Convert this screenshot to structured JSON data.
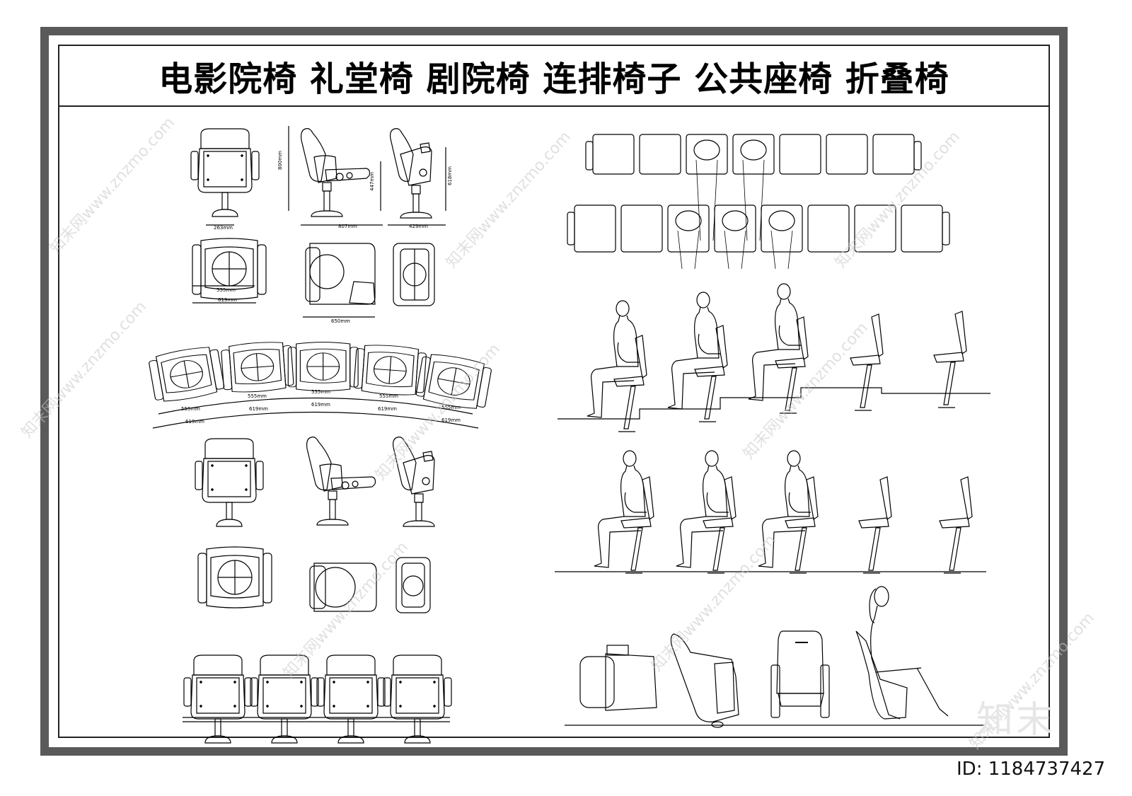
{
  "title": "电影院椅  礼堂椅  剧院椅  连排椅子  公共座椅  折叠椅",
  "watermark": "知末网www.znzmo.com",
  "brand": "知末",
  "image_id": "ID: 1184737427",
  "dimensions": {
    "front_width": "263mm",
    "side_height": "800mm",
    "side_seat_height": "447mm",
    "folded_height": "618mm",
    "side_depth": "807mm",
    "folded_depth": "429mm",
    "plan_inner": "555mm",
    "plan_outer": "619mm",
    "plan_depth": "650mm"
  },
  "curve_dims": [
    {
      "inner": "555mm",
      "outer": "619mm"
    },
    {
      "inner": "555mm",
      "outer": "619mm"
    },
    {
      "inner": "555mm",
      "outer": "619mm"
    },
    {
      "inner": "555mm",
      "outer": "619mm"
    },
    {
      "inner": "555mm",
      "outer": "619mm"
    }
  ],
  "colors": {
    "frame": "#5a5a5a",
    "line": "#000000",
    "watermark": "#c8c8c8"
  }
}
